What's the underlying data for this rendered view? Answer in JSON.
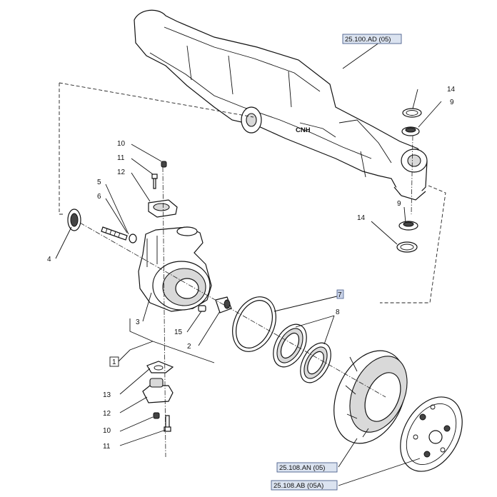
{
  "refs": {
    "axle_housing": "25.100.AD (05)",
    "hub": "25.108.AN (05)",
    "cover": "25.108.AB (05A)"
  },
  "callouts": {
    "c1": "1",
    "c2": "2",
    "c3": "3",
    "c4": "4",
    "c5": "5",
    "c6": "6",
    "c7": "7",
    "c8": "8",
    "c9_top": "9",
    "c9_bottom": "9",
    "c10_top": "10",
    "c10_bottom": "10",
    "c11_top": "11",
    "c11_bottom": "11",
    "c12_top": "12",
    "c12_bottom": "12",
    "c13": "13",
    "c14_top": "14",
    "c14_bottom": "14",
    "c15": "15"
  },
  "colors": {
    "line": "#111111",
    "ref_box_fill": "#dbe3f0",
    "ref_box_stroke": "#4a5f8c",
    "highlight_fill": "#c9d3e8"
  }
}
